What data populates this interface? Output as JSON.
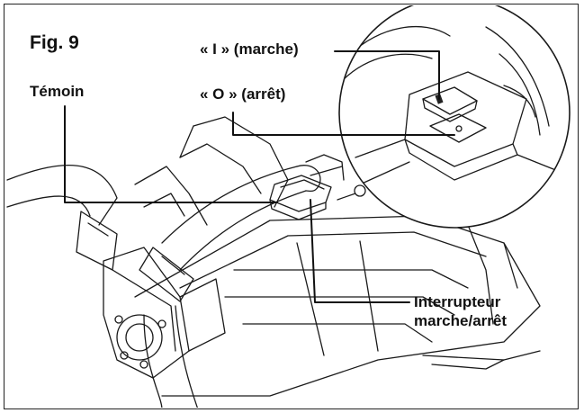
{
  "figure": {
    "title": "Fig. 9",
    "labels": {
      "temoin": "Témoin",
      "marche": "« I » (marche)",
      "arret": "« O » (arrêt)",
      "interrupteur_line1": "Interrupteur",
      "interrupteur_line2": "marche/arrêt"
    }
  },
  "colors": {
    "line": "#111111",
    "background": "#ffffff",
    "border": "#222222"
  }
}
